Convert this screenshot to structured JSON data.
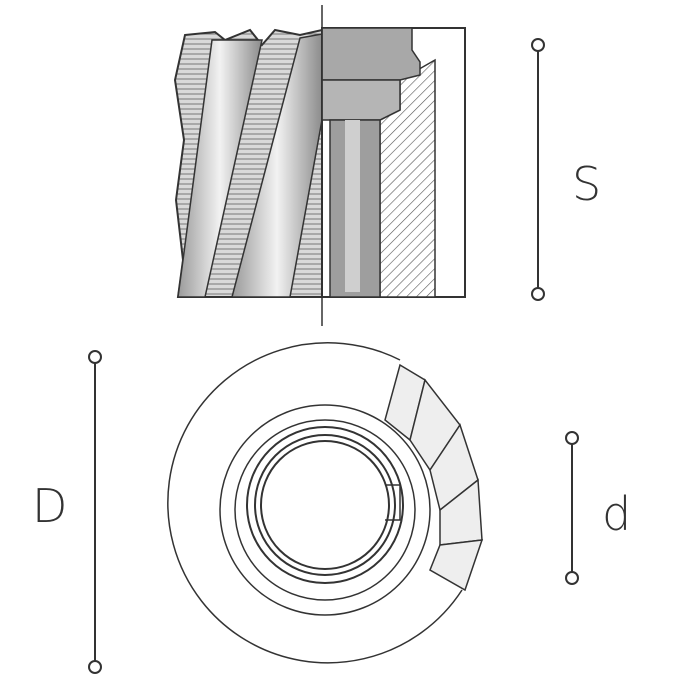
{
  "labels": {
    "length": "S",
    "outer_diameter": "D",
    "inner_diameter": "d"
  },
  "colors": {
    "line": "#333333",
    "metal": "#b8b8b8",
    "metal_dark": "#8a8a8a",
    "metal_light": "#e6e6e6"
  }
}
